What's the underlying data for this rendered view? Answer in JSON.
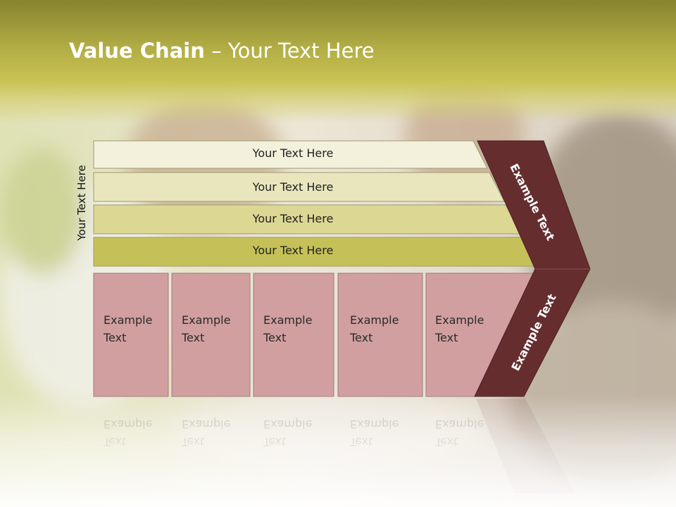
{
  "title": {
    "bold": "Value Chain",
    "rest": " – Your Text Here"
  },
  "side_label": "Your Text Here",
  "bands": [
    {
      "label": "Your Text Here",
      "color": "#f3f1dc"
    },
    {
      "label": "Your Text Here",
      "color": "#e9e6bd"
    },
    {
      "label": "Your Text Here",
      "color": "#dcd894"
    },
    {
      "label": "Your Text Here",
      "color": "#c5c158"
    }
  ],
  "boxes": [
    {
      "line1": "Example",
      "line2": "Text"
    },
    {
      "line1": "Example",
      "line2": "Text"
    },
    {
      "line1": "Example",
      "line2": "Text"
    },
    {
      "line1": "Example",
      "line2": "Text"
    },
    {
      "line1": "Example",
      "line2": "Text"
    }
  ],
  "chevron": {
    "upper": "Example Text",
    "lower": "Example Text",
    "color": "#662d2f"
  },
  "colors": {
    "header": "#b3ae45",
    "box_fill": "#d19fa0",
    "chevron": "#662d2f"
  }
}
